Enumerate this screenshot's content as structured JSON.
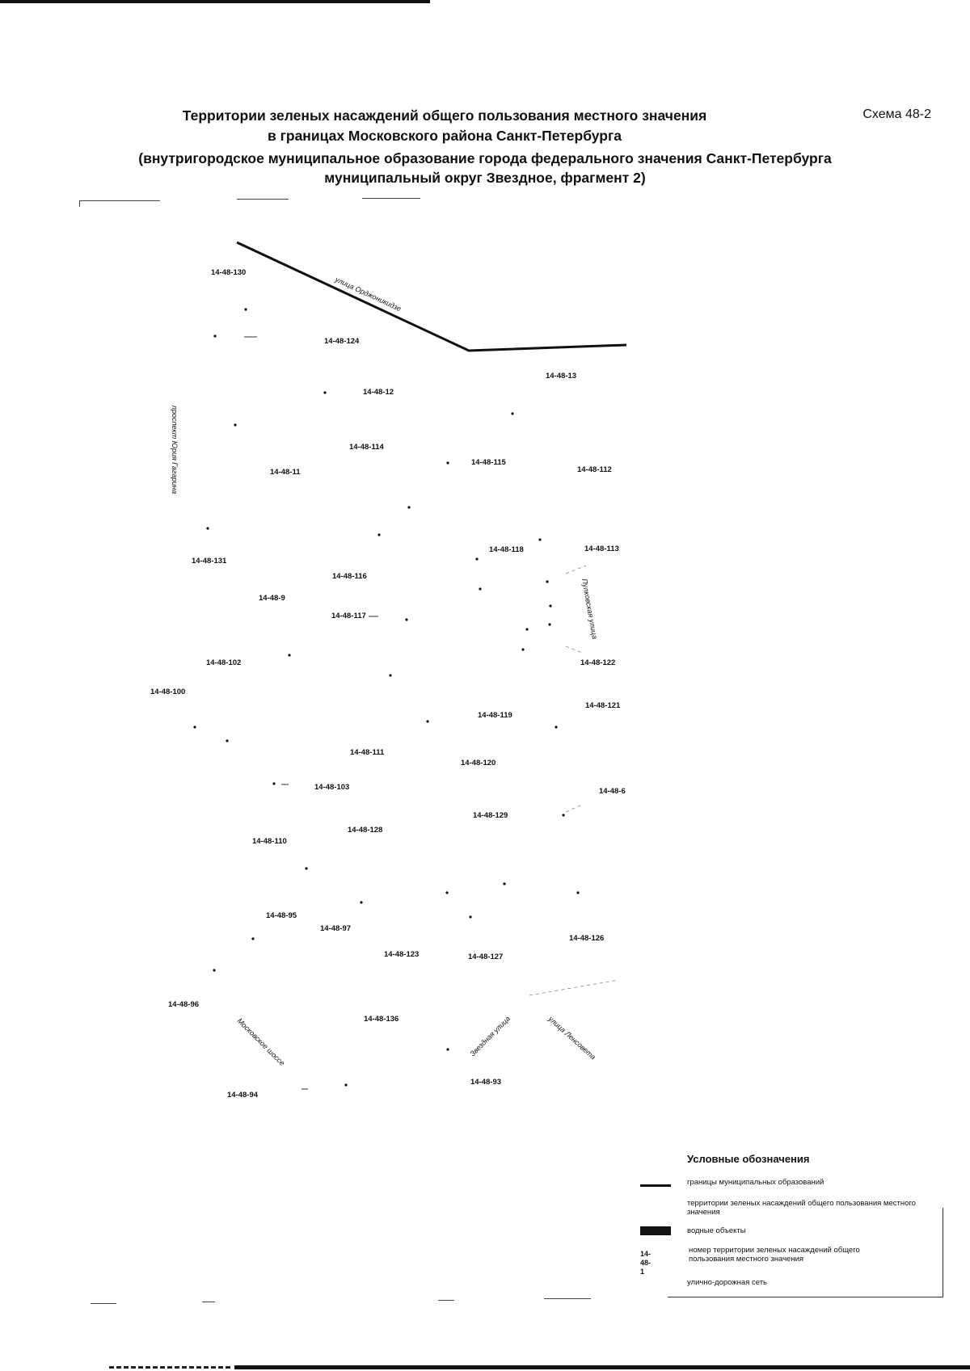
{
  "header": {
    "title_line1": "Территории зеленых насаждений общего пользования местного значения",
    "title_line2": "в границах Московского района Санкт-Петербурга",
    "subtitle_line1": "(внутригородское муниципальное образование города федерального значения Санкт-Петербурга",
    "subtitle_line2": "муниципальный округ Звездное, фрагмент 2)",
    "scheme": "Схема 48-2"
  },
  "territories": [
    {
      "id": "14-48-130"
    },
    {
      "id": "14-48-124"
    },
    {
      "id": "14-48-13"
    },
    {
      "id": "14-48-12"
    },
    {
      "id": "14-48-114"
    },
    {
      "id": "14-48-115"
    },
    {
      "id": "14-48-112"
    },
    {
      "id": "14-48-11"
    },
    {
      "id": "14-48-131"
    },
    {
      "id": "14-48-118"
    },
    {
      "id": "14-48-113"
    },
    {
      "id": "14-48-116"
    },
    {
      "id": "14-48-9"
    },
    {
      "id": "14-48-117"
    },
    {
      "id": "14-48-102"
    },
    {
      "id": "14-48-122"
    },
    {
      "id": "14-48-100"
    },
    {
      "id": "14-48-121"
    },
    {
      "id": "14-48-119"
    },
    {
      "id": "14-48-111"
    },
    {
      "id": "14-48-120"
    },
    {
      "id": "14-48-103"
    },
    {
      "id": "14-48-6"
    },
    {
      "id": "14-48-129"
    },
    {
      "id": "14-48-128"
    },
    {
      "id": "14-48-110"
    },
    {
      "id": "14-48-95"
    },
    {
      "id": "14-48-97"
    },
    {
      "id": "14-48-126"
    },
    {
      "id": "14-48-123"
    },
    {
      "id": "14-48-127"
    },
    {
      "id": "14-48-96"
    },
    {
      "id": "14-48-136"
    },
    {
      "id": "14-48-93"
    },
    {
      "id": "14-48-94"
    }
  ],
  "streets": [
    {
      "name": "улица Орджоникидзе"
    },
    {
      "name": "проспект Юрия Гагарина"
    },
    {
      "name": "Пулковская улица"
    },
    {
      "name": "Московское шоссе"
    },
    {
      "name": "Звездная улица"
    },
    {
      "name": "улица Ленсовета"
    }
  ],
  "legend": {
    "title": "Условные обозначения",
    "items": [
      {
        "symbol": "line",
        "text": "границы муниципальных образований"
      },
      {
        "symbol": "none",
        "text": "территории зеленых насаждений общего пользования местного значения"
      },
      {
        "symbol": "water",
        "text": "водные объекты"
      },
      {
        "symbol": "number",
        "symbol_text": "14-48-1",
        "text": "номер территории зеленых насаждений общего пользования местного значения"
      },
      {
        "symbol": "none",
        "text": "улично-дорожная сеть"
      }
    ]
  }
}
